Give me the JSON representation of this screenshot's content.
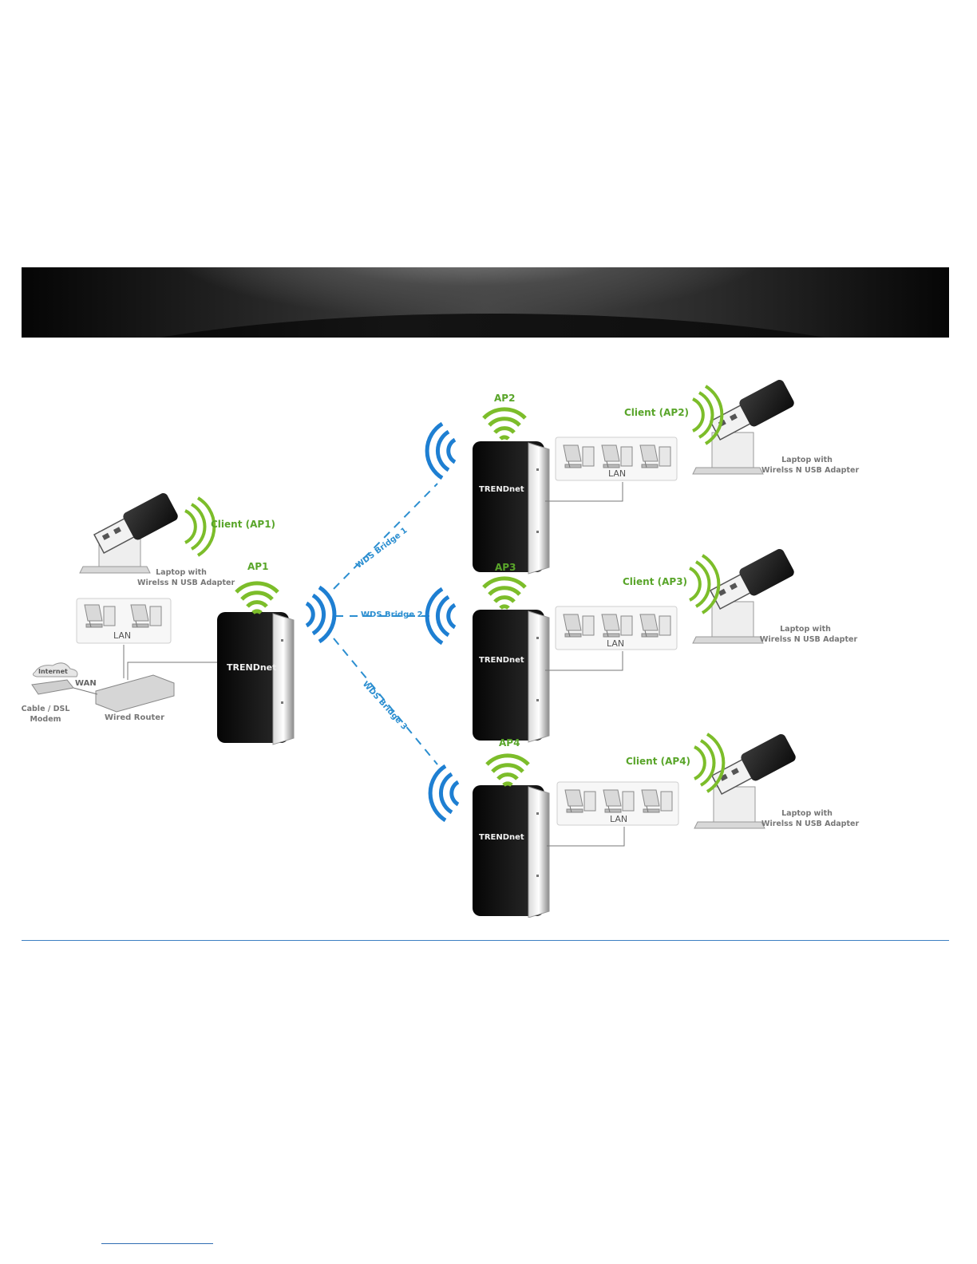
{
  "diagram": {
    "ap_labels": [
      "AP1",
      "AP2",
      "AP3",
      "AP4"
    ],
    "client_labels": [
      "Client (AP1)",
      "Client (AP2)",
      "Client (AP3)",
      "Client (AP4)"
    ],
    "laptop_caption_line1": "Laptop with",
    "laptop_caption_line2": "Wirelss N USB Adapter",
    "lan_label": "LAN",
    "wds_labels": [
      "WDS Bridge  1",
      "WDS Bridge  2",
      "WDS Bridge  3"
    ],
    "internet_label": "Internet",
    "wan_label": "WAN",
    "modem_label_line1": "Cable / DSL",
    "modem_label_line2": "Modem",
    "router_label": "Wired Router",
    "device_logo_text": "TRENDnet"
  },
  "colors": {
    "signal_green": "#7cbd2a",
    "signal_blue": "#1e7fd2",
    "rule_blue": "#3c7fc2"
  }
}
